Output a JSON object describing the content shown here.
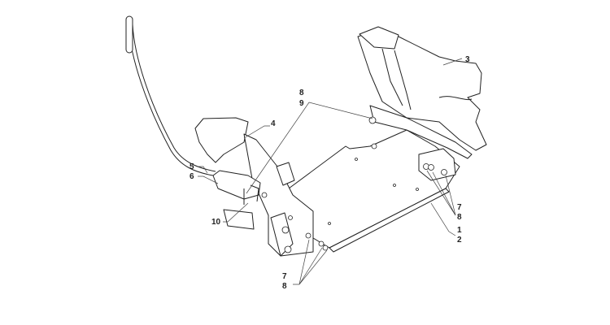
{
  "callouts": {
    "c3": "3",
    "c8_top": "8",
    "c9": "9",
    "c4": "4",
    "c5": "5",
    "c6": "6",
    "c10": "10",
    "c7_right": "7",
    "c8_right": "8",
    "c1": "1",
    "c2": "2",
    "c7_bottom": "7",
    "c8_bottom": "8"
  }
}
